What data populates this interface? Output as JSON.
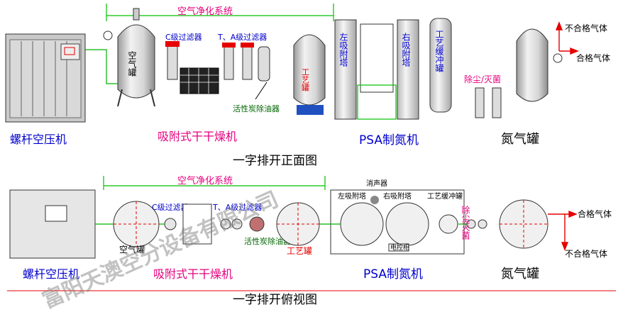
{
  "front_view": {
    "bracket_label": "空气净化系统",
    "air_tank_label": "空气罐",
    "c_filter_label": "C级过滤器",
    "ta_filter_label": "T、A级过滤器",
    "charcoal_label": "活性炭除油器",
    "process_tank_label": "工艺罐",
    "left_tower_label": "左吸附塔",
    "right_tower_label": "右吸附塔",
    "buffer_tank_label": "工艺缓冲罐",
    "dust_label": "除尘/灭菌",
    "bad_gas_label": "不合格气体",
    "good_gas_label": "合格气体",
    "compressor_caption": "螺杆空压机",
    "dryer_caption": "吸附式干干燥机",
    "psa_caption": "PSA制氮机",
    "n2_caption": "氮气罐",
    "title": "一字排开正面图"
  },
  "top_view": {
    "bracket_label": "空气净化系统",
    "c_filter_label": "C级过滤器",
    "ta_filter_label": "T、A级过滤器",
    "air_tank_label": "空气罐",
    "charcoal_label": "活性炭除油器",
    "process_tank_label": "工艺罐",
    "muffler_label": "消声器",
    "left_tower_label": "左吸附塔",
    "right_tower_label": "右吸附塔",
    "buffer_tank_label": "工艺缓冲罐",
    "control_box_label": "电控柜",
    "dust_label": "除尘灭菌",
    "good_gas_label": "合格气体",
    "bad_gas_label": "不合格气体",
    "compressor_caption": "螺杆空压机",
    "dryer_caption": "吸附式干干燥机",
    "psa_caption": "PSA制氮机",
    "n2_caption": "氮气罐",
    "title": "一字排开俯视图"
  },
  "watermark": {
    "text": "富阳天澳空分设备有限公司"
  },
  "colors": {
    "magenta": "#e6007e",
    "blue": "#0000cc",
    "red": "#e60000",
    "green": "#00b000",
    "equipment_gray": "#d0d0d0"
  }
}
